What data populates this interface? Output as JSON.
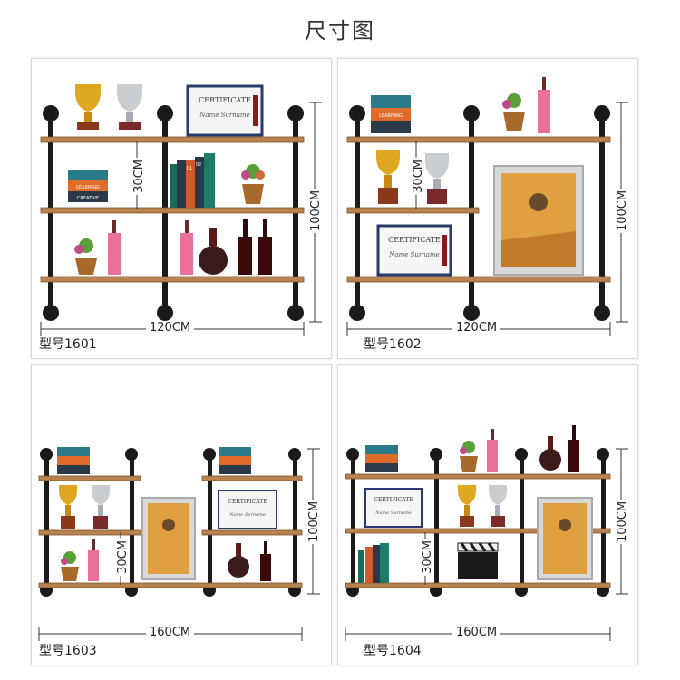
{
  "title": "尺寸图",
  "panels": [
    {
      "model": "型号1601",
      "width": "120CM",
      "height": "100CM",
      "shelf_gap": "30CM"
    },
    {
      "model": "型号1602",
      "width": "120CM",
      "height": "100CM",
      "shelf_gap": "30CM"
    },
    {
      "model": "型号1603",
      "width": "160CM",
      "height": "100CM",
      "shelf_gap": "30CM"
    },
    {
      "model": "型号1604",
      "width": "160CM",
      "height": "100CM",
      "shelf_gap": "30CM"
    }
  ],
  "props": {
    "certificate_title": "CERTIFICATE",
    "certificate_name": "Name Surname",
    "book_labels": [
      "LEARNING",
      "CREATIVE"
    ],
    "book_numbers": [
      "01",
      "02"
    ]
  },
  "colors": {
    "pipe": "#1a1a1a",
    "board": "#b8834f",
    "dimension_line": "#333333",
    "frame": "#c8c8c8"
  }
}
